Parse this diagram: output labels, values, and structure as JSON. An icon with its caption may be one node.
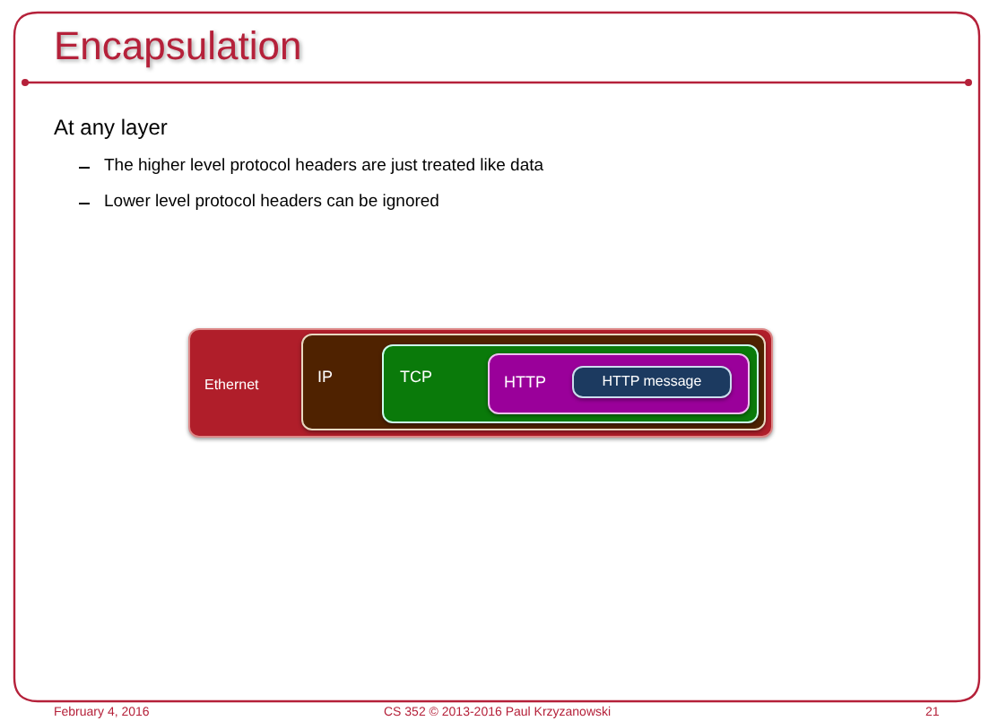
{
  "diagram": {
    "title": "Encapsulation",
    "nodes": [
      {
        "text": [
          "Ethernet"
        ]
      },
      {
        "text": [
          "IP"
        ],
        "in": 0
      },
      {
        "text": [
          "TCP"
        ],
        "in": 1
      },
      {
        "text": [
          "HTTP"
        ],
        "in": 2
      },
      {
        "text": [
          "HTTP message"
        ],
        "in": 3
      }
    ],
    "edges": [],
    "labels": [
      "At any layer",
      "The higher level protocol headers are just treated like data",
      "Lower level protocol headers can be ignored",
      "February 4, 2016",
      "CS 352 © 2013-2016 Paul Krzyzanowski",
      "21"
    ]
  }
}
